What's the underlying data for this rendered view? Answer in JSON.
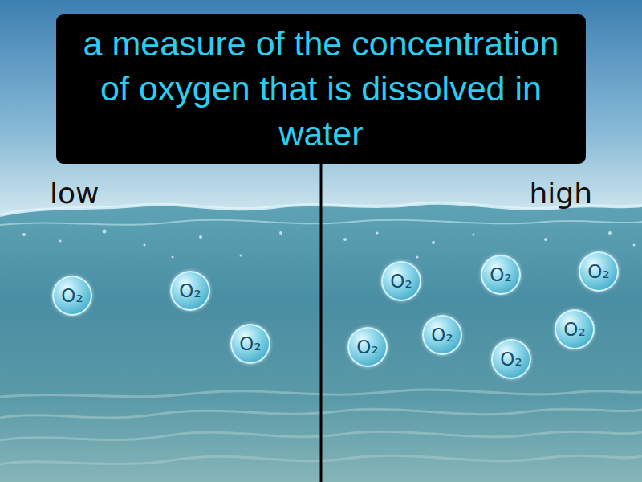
{
  "diagram": {
    "nodes": [
      {
        "text": [
          "a measure of the concentration of oxygen that is dissolved in water"
        ]
      },
      {
        "text": [
          "O₂"
        ]
      },
      {
        "text": [
          "O₂"
        ]
      },
      {
        "text": [
          "O₂"
        ]
      },
      {
        "text": [
          "O₂"
        ]
      },
      {
        "text": [
          "O₂"
        ]
      },
      {
        "text": [
          "O₂"
        ]
      },
      {
        "text": [
          "O₂"
        ]
      },
      {
        "text": [
          "O₂"
        ]
      },
      {
        "text": [
          "O₂"
        ]
      },
      {
        "text": [
          "O₂"
        ]
      }
    ],
    "labels": [
      "low",
      "high"
    ]
  }
}
